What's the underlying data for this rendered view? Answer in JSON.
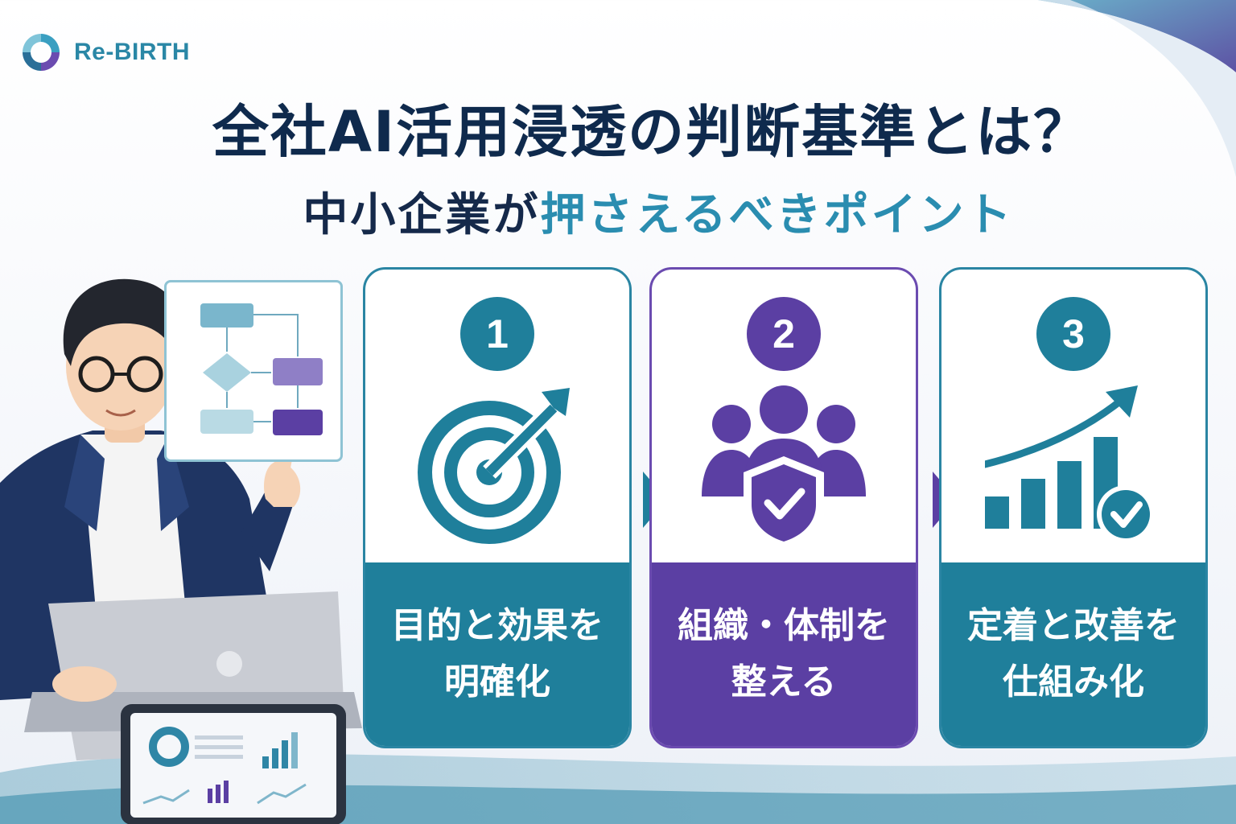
{
  "brand": {
    "name": "Re-BIRTH"
  },
  "title": "全社AI活用浸透の判断基準とは？",
  "subtitle": {
    "prefix": "中小企業が",
    "highlight": "押さえるべきポイント"
  },
  "colors": {
    "teal": "#1f7f9b",
    "purple": "#5b3fa3",
    "navy": "#0f2a4d"
  },
  "cards": [
    {
      "number": "1",
      "icon": "target-arrow-icon",
      "line1": "目的と効果を",
      "line2": "明確化"
    },
    {
      "number": "2",
      "icon": "team-shield-icon",
      "line1": "組織・体制を",
      "line2": "整える"
    },
    {
      "number": "3",
      "icon": "growth-chart-check-icon",
      "line1": "定着と改善を",
      "line2": "仕組み化"
    }
  ]
}
